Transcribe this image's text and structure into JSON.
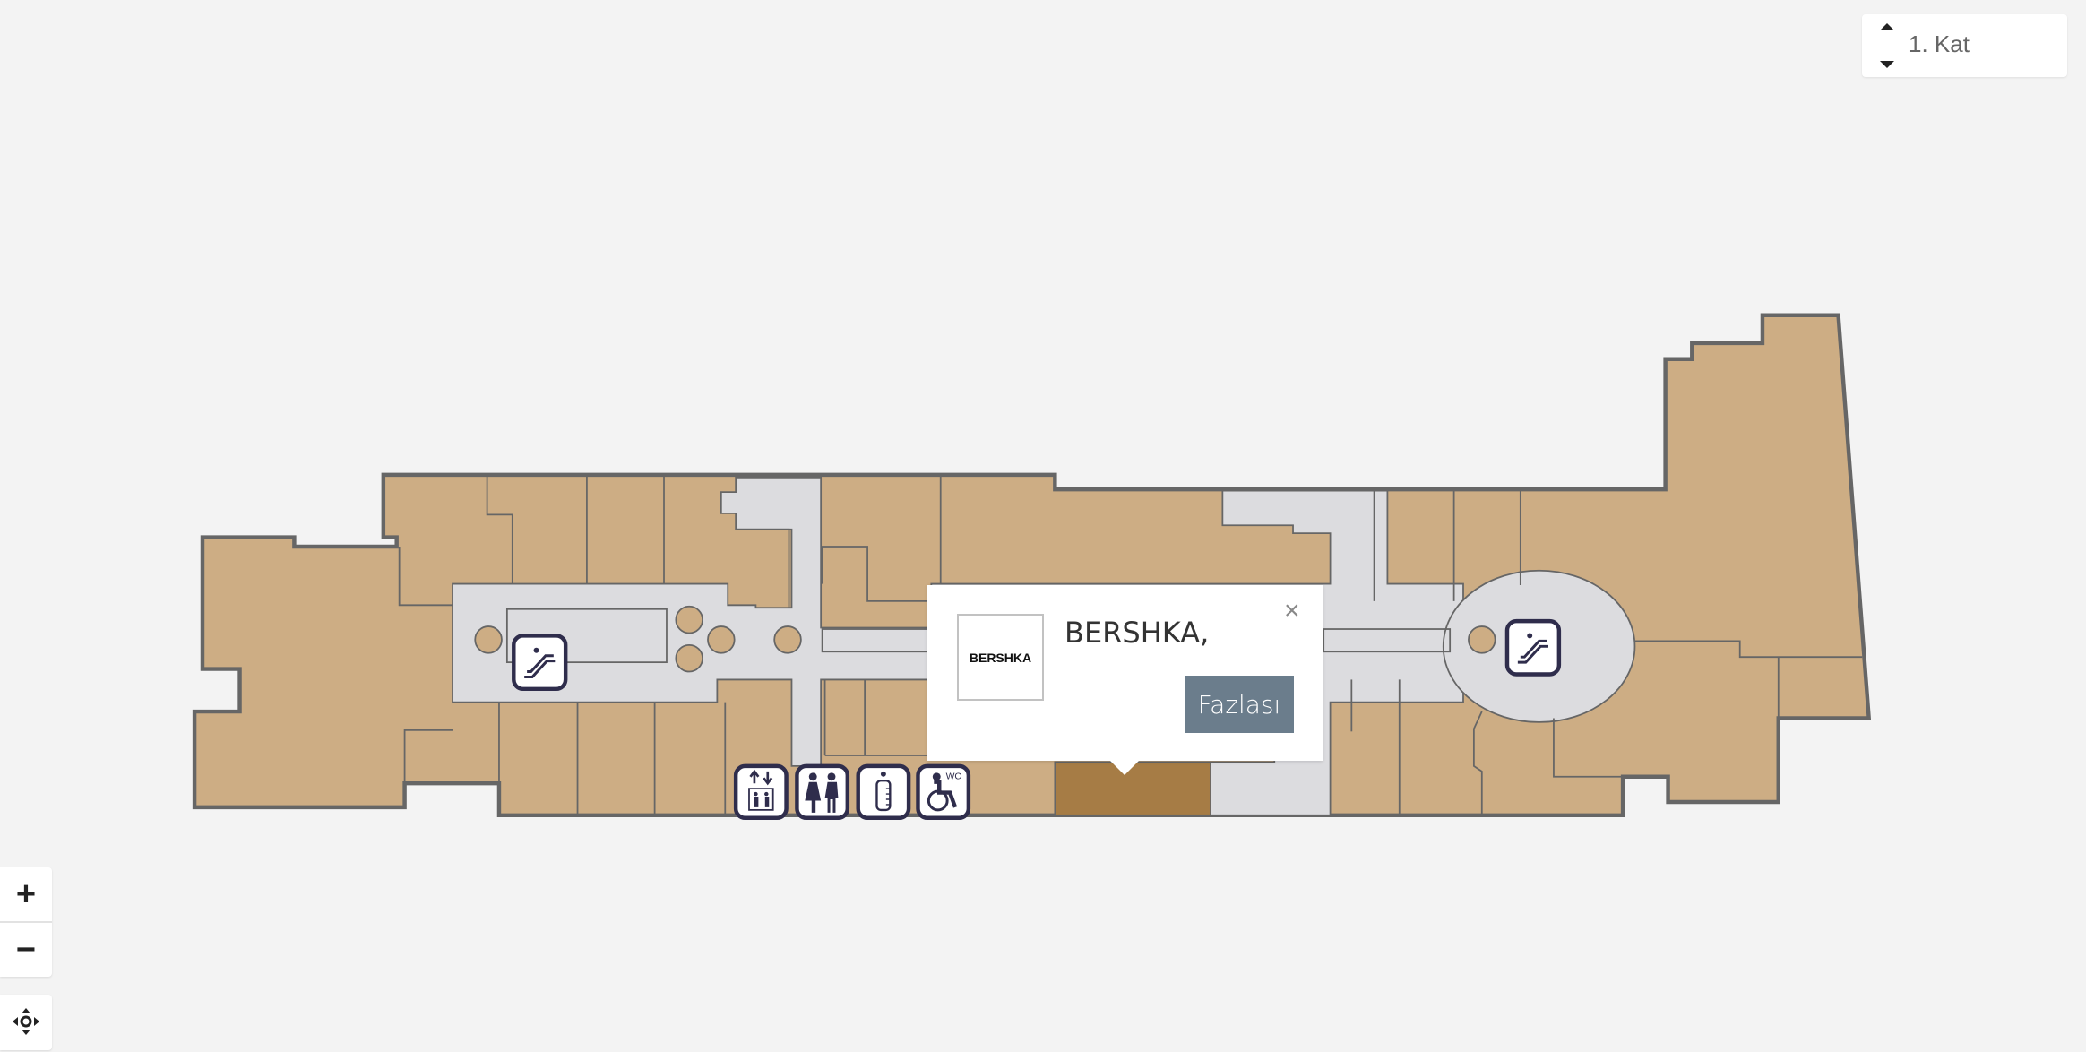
{
  "floor_selector": {
    "current": "1. Kat"
  },
  "popup": {
    "store_name": "BERSHKA,",
    "logo_text": "BERSHKA",
    "more_button": "Fazlası",
    "close_label": "×"
  },
  "zoom_controls": {
    "zoom_in": "+",
    "zoom_out": "−"
  },
  "amenities": [
    {
      "icon": "elevator-icon"
    },
    {
      "icon": "restroom-icon"
    },
    {
      "icon": "baby-care-icon"
    },
    {
      "icon": "accessible-wc-icon",
      "label": "WC"
    }
  ],
  "colors": {
    "background": "#f3f3f3",
    "shop": "#cdad84",
    "shop_selected": "#a67c45",
    "corridor": "#dcdcdf",
    "wall": "#666666",
    "icon": "#2f2d4c",
    "button": "#6b7d8c"
  }
}
